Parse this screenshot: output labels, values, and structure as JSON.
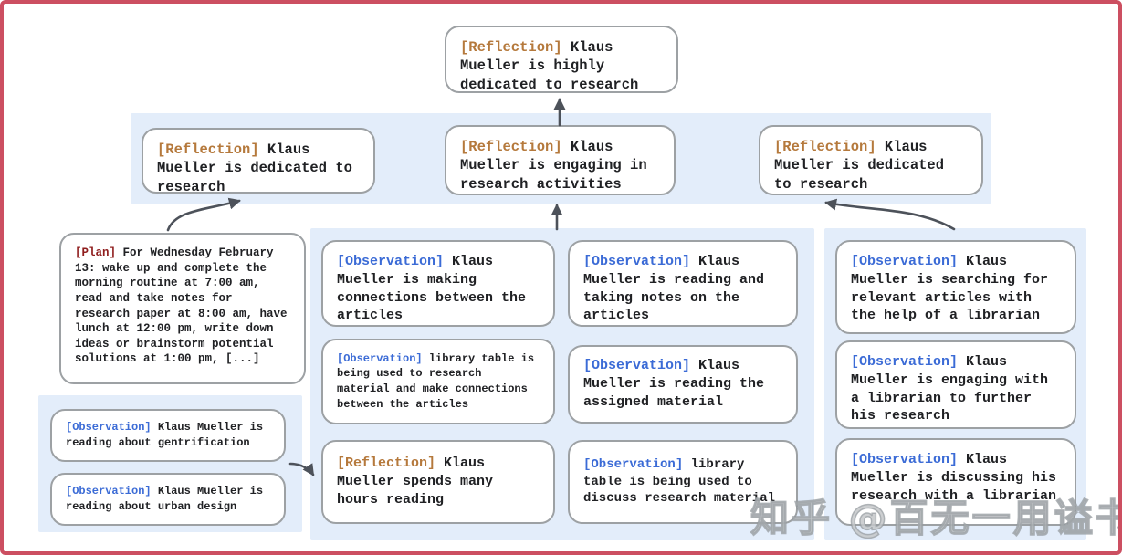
{
  "colors": {
    "frame_border": "#cc4f61",
    "band_background": "#e3edfa",
    "node_border": "#9da1a4",
    "reflection_tag": "#b5793c",
    "observation_tag": "#3b6bd6",
    "plan_tag": "#8f1d1d",
    "body_text": "#202124",
    "arrow": "#4d525a"
  },
  "nodes": {
    "top_reflection": {
      "tag": "[Reflection]",
      "text": "Klaus Mueller is highly dedicated to research"
    },
    "row2_left": {
      "tag": "[Reflection]",
      "text": "Klaus Mueller is dedicated to research"
    },
    "row2_middle": {
      "tag": "[Reflection]",
      "text": "Klaus Mueller is engaging in research activities"
    },
    "row2_right": {
      "tag": "[Reflection]",
      "text": "Klaus Mueller is dedicated to research"
    },
    "plan": {
      "tag": "[Plan]",
      "text": "For Wednesday February 13: wake up and complete the morning routine at 7:00 am, read and take notes for research paper at 8:00 am, have lunch at 12:00 pm, write down ideas or brainstorm potential solutions at 1:00 pm, [...]"
    },
    "obs_gentrification": {
      "tag": "[Observation]",
      "text": "Klaus Mueller is reading about gentrification"
    },
    "obs_urban_design": {
      "tag": "[Observation]",
      "text": "Klaus Mueller is reading about urban design"
    },
    "obs_making_connections": {
      "tag": "[Observation]",
      "text": "Klaus Mueller is making connections between the articles"
    },
    "obs_library_research": {
      "tag": "[Observation]",
      "text": "library table is being used to research material and make connections between the articles"
    },
    "refl_hours_reading": {
      "tag": "[Reflection]",
      "text": "Klaus Mueller spends many hours reading"
    },
    "obs_taking_notes": {
      "tag": "[Observation]",
      "text": "Klaus Mueller is reading and taking notes on the articles"
    },
    "obs_assigned_material": {
      "tag": "[Observation]",
      "text": "Klaus Mueller is reading the assigned material"
    },
    "obs_library_discuss": {
      "tag": "[Observation]",
      "text": "library table is being used to discuss research material"
    },
    "obs_searching_articles": {
      "tag": "[Observation]",
      "text": "Klaus Mueller is searching for relevant articles with the help of a librarian"
    },
    "obs_engaging_librarian": {
      "tag": "[Observation]",
      "text": "Klaus Mueller is engaging with a librarian to further his research"
    },
    "obs_discussing_research": {
      "tag": "[Observation]",
      "text": "Klaus Mueller is discussing his research with a librarian"
    }
  },
  "edges": [
    {
      "from": "row2_middle",
      "to": "top_reflection"
    },
    {
      "from": "plan",
      "to": "row2_left"
    },
    {
      "from": "middle_observation_group",
      "to": "row2_middle"
    },
    {
      "from": "right_observation_group",
      "to": "row2_right"
    },
    {
      "from": "left_observation_group",
      "to": "refl_hours_reading"
    }
  ],
  "watermark": {
    "text": "知乎 @百无一用谥书生"
  }
}
